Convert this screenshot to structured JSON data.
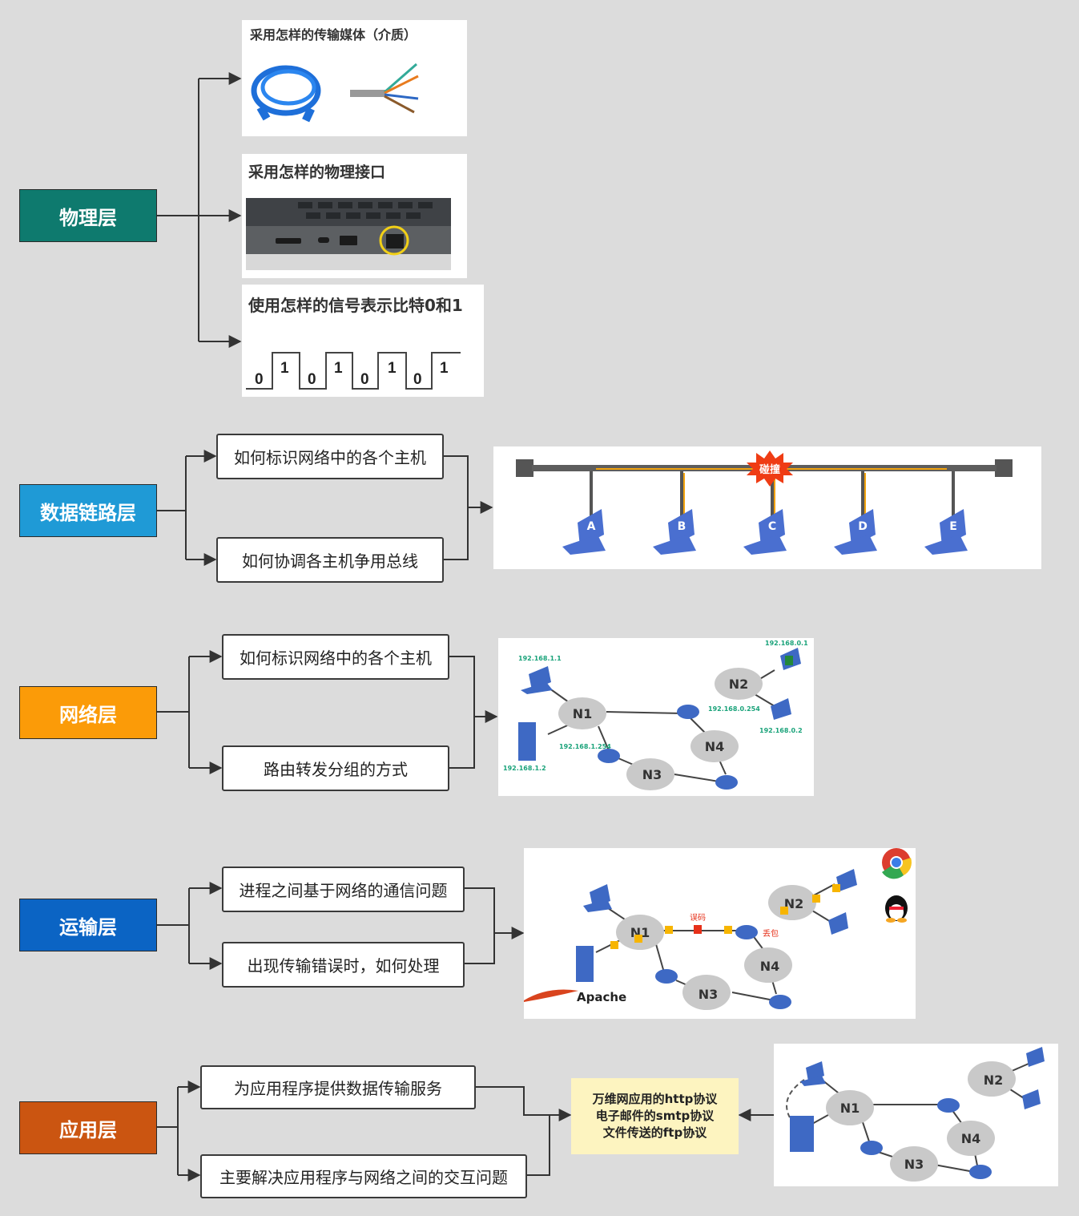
{
  "layers": [
    {
      "label": "物理层",
      "color": "#0e7a6e"
    },
    {
      "label": "数据链路层",
      "color": "#1f9ad6"
    },
    {
      "label": "网络层",
      "color": "#fb9b08"
    },
    {
      "label": "运输层",
      "color": "#0b64c4"
    },
    {
      "label": "应用层",
      "color": "#cb5511"
    }
  ],
  "physical": {
    "media_title": "采用怎样的传输媒体（介质）",
    "interface_title": "采用怎样的物理接口",
    "signal_title": "使用怎样的信号表示比特0和1",
    "bits": [
      "0",
      "1",
      "0",
      "1",
      "0",
      "1",
      "0",
      "1"
    ]
  },
  "datalink": {
    "q1": "如何标识网络中的各个主机",
    "q2": "如何协调各主机争用总线",
    "collision": "碰撞",
    "hosts": [
      "A",
      "B",
      "C",
      "D",
      "E"
    ]
  },
  "network": {
    "q1": "如何标识网络中的各个主机",
    "q2": "路由转发分组的方式",
    "ips": [
      "192.168.1.1",
      "192.168.0.1",
      "192.168.0.254",
      "192.168.0.2",
      "192.168.1.254",
      "192.168.1.2"
    ],
    "nodes": [
      "N1",
      "N2",
      "N3",
      "N4"
    ]
  },
  "transport": {
    "q1": "进程之间基于网络的通信问题",
    "q2": "出现传输错误时，如何处理",
    "error": "误码",
    "loss": "丢包",
    "server": "Apache",
    "nodes": [
      "N1",
      "N2",
      "N3",
      "N4"
    ]
  },
  "application": {
    "q1": "为应用程序提供数据传输服务",
    "q2": "主要解决应用程序与网络之间的交互问题",
    "note": [
      "万维网应用的http协议",
      "电子邮件的smtp协议",
      "文件传送的ftp协议"
    ],
    "nodes": [
      "N1",
      "N2",
      "N3",
      "N4"
    ]
  }
}
